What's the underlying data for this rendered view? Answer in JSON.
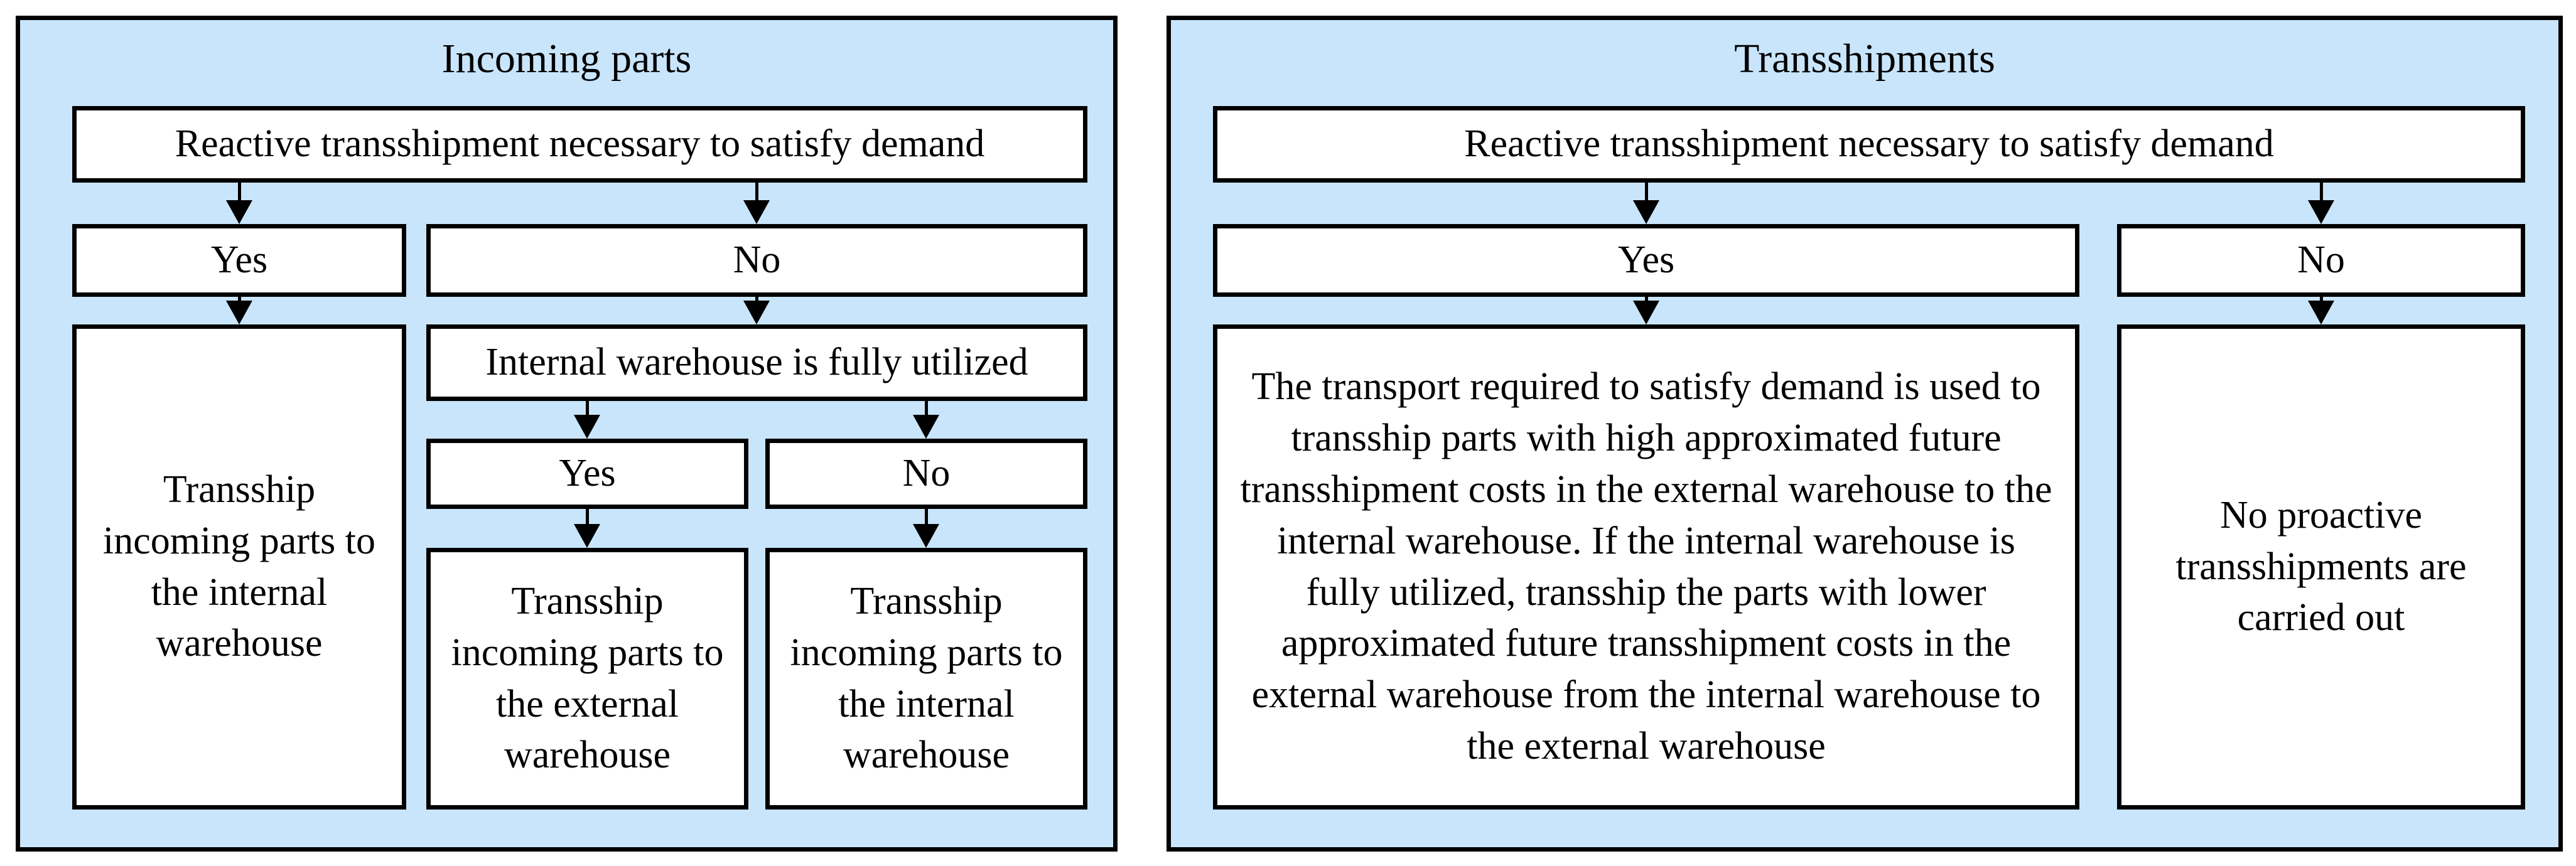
{
  "colors": {
    "panel_background": "#c9e5fb",
    "box_background": "#ffffff",
    "border": "#000000"
  },
  "panels": [
    {
      "title": "Incoming parts",
      "root_question": "Reactive transshipment necessary to satisfy demand",
      "yes_label": "Yes",
      "no_label": "No",
      "yes_outcome": "Transship incoming parts to the internal warehouse",
      "sub_question": "Internal warehouse is fully utilized",
      "sub_yes_label": "Yes",
      "sub_no_label": "No",
      "sub_yes_outcome": "Transship incoming parts to the external warehouse",
      "sub_no_outcome": "Transship incoming parts to the internal warehouse"
    },
    {
      "title": "Transshipments",
      "root_question": "Reactive transshipment necessary to satisfy demand",
      "yes_label": "Yes",
      "no_label": "No",
      "yes_outcome": "The transport required to satisfy demand is used to transship parts with high approximated future transshipment costs in the external warehouse to the internal warehouse. If the internal warehouse is fully utilized, transship the parts with lower approximated future transshipment costs in the external warehouse from the internal warehouse to the external warehouse",
      "no_outcome": "No proactive transshipments are carried out"
    }
  ]
}
